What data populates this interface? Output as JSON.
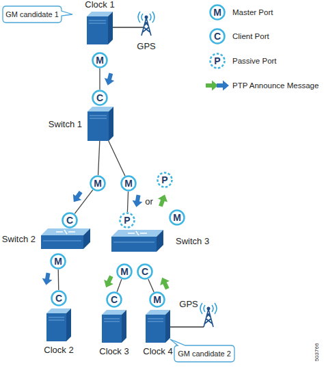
{
  "diagram": {
    "nodes": [
      {
        "text": [
          "GM candidate 1"
        ]
      },
      {
        "text": [
          "Clock 1"
        ]
      },
      {
        "text": [
          "M"
        ]
      },
      {
        "text": [
          "C"
        ]
      },
      {
        "text": [
          "Switch 1"
        ]
      },
      {
        "text": [
          "M"
        ]
      },
      {
        "text": [
          "M"
        ]
      },
      {
        "text": [
          "P"
        ]
      },
      {
        "text": [
          "C"
        ]
      },
      {
        "text": [
          "P"
        ]
      },
      {
        "text": [
          "M"
        ]
      },
      {
        "text": [
          "Switch 2"
        ]
      },
      {
        "text": [
          "Switch 3"
        ]
      },
      {
        "text": [
          "M"
        ]
      },
      {
        "text": [
          "M"
        ]
      },
      {
        "text": [
          "C"
        ]
      },
      {
        "text": [
          "C"
        ]
      },
      {
        "text": [
          "C"
        ]
      },
      {
        "text": [
          "M"
        ]
      },
      {
        "text": [
          "Clock 2"
        ]
      },
      {
        "text": [
          "Clock 3"
        ]
      },
      {
        "text": [
          "Clock 4"
        ]
      },
      {
        "text": [
          "GM candidate 2"
        ]
      }
    ],
    "edges": [
      {
        "from": 2,
        "to": 3,
        "arrow": "none"
      },
      {
        "from": 4,
        "to": 5,
        "arrow": "none"
      },
      {
        "from": 4,
        "to": 6,
        "arrow": "none"
      },
      {
        "from": 5,
        "to": 8,
        "arrow": "none"
      },
      {
        "from": 6,
        "to": 9,
        "arrow": "none"
      },
      {
        "from": 13,
        "to": 16,
        "arrow": "none"
      },
      {
        "from": 14,
        "to": 17,
        "arrow": "none"
      },
      {
        "from": 15,
        "to": 18,
        "arrow": "none"
      }
    ],
    "labels": [
      "GPS",
      "M",
      "C",
      "P",
      "or",
      "GPS",
      "503766"
    ],
    "legend": [
      {
        "text": "Master Port"
      },
      {
        "text": "Client Port"
      },
      {
        "text": "Passive Port"
      },
      {
        "text": "PTP Announce Message"
      }
    ]
  }
}
